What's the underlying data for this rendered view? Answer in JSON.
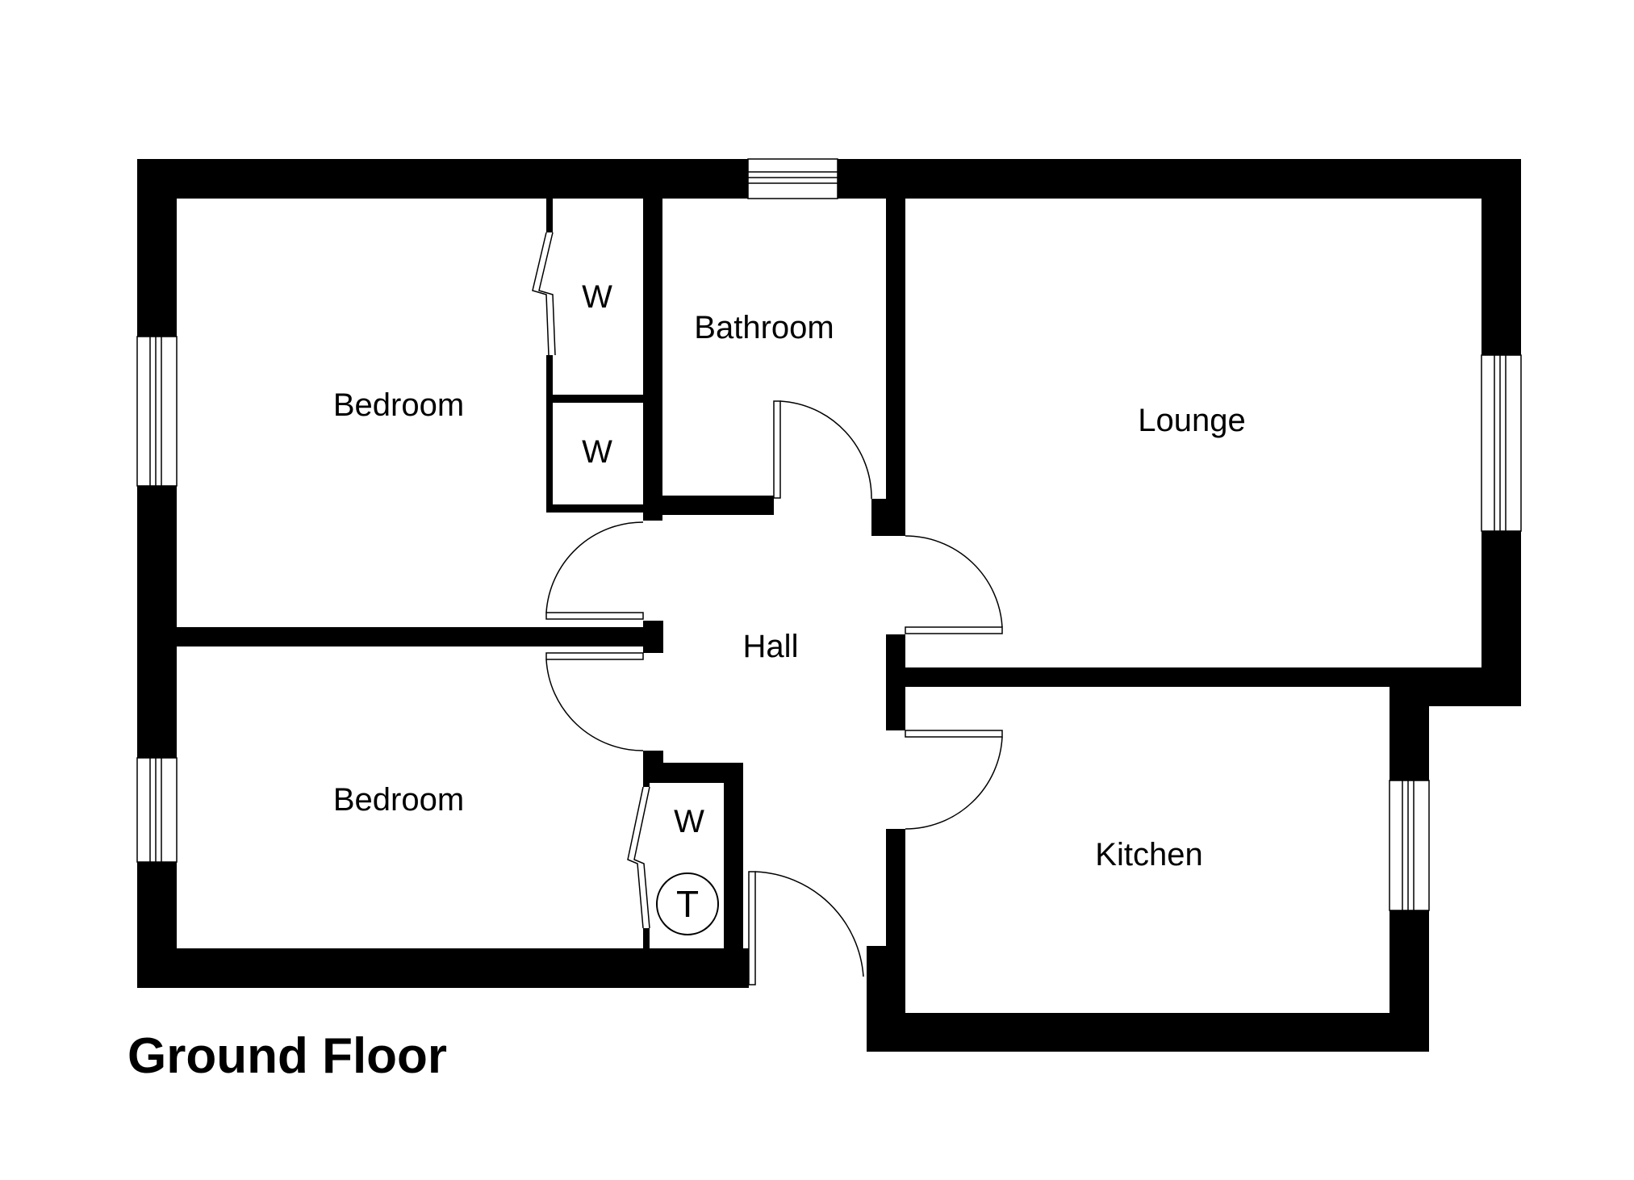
{
  "floor_title": "Ground Floor",
  "rooms": {
    "bedroom_1": "Bedroom",
    "bedroom_2": "Bedroom",
    "bathroom": "Bathroom",
    "lounge": "Lounge",
    "hall": "Hall",
    "kitchen": "Kitchen",
    "wardrobe_1": "W",
    "wardrobe_2": "W",
    "wardrobe_3": "W",
    "tank": "T"
  }
}
